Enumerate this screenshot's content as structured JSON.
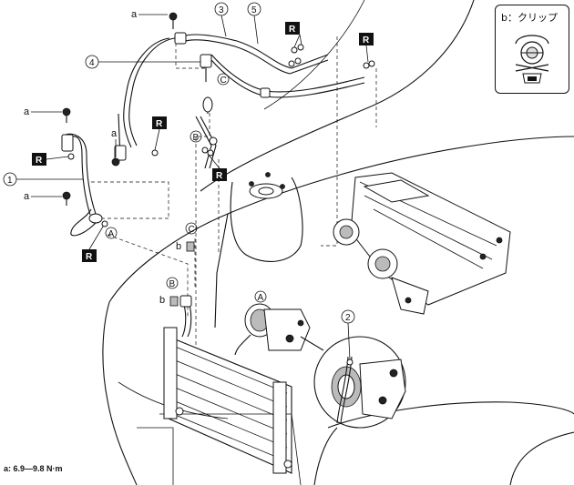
{
  "legend": {
    "title": "b：クリップ"
  },
  "torque_note": "a: 6.9—9.8 N·m",
  "labels": {
    "a": "a",
    "b": "b",
    "R": "R",
    "A": "A",
    "B": "B",
    "C": "C",
    "n1": "1",
    "n2": "2",
    "n3": "3",
    "n4": "4",
    "n5": "5"
  },
  "icons": [
    "clip-icon",
    "numbered-callout-icon",
    "replace-seal-r-tag-icon",
    "circled-letter-icon"
  ]
}
